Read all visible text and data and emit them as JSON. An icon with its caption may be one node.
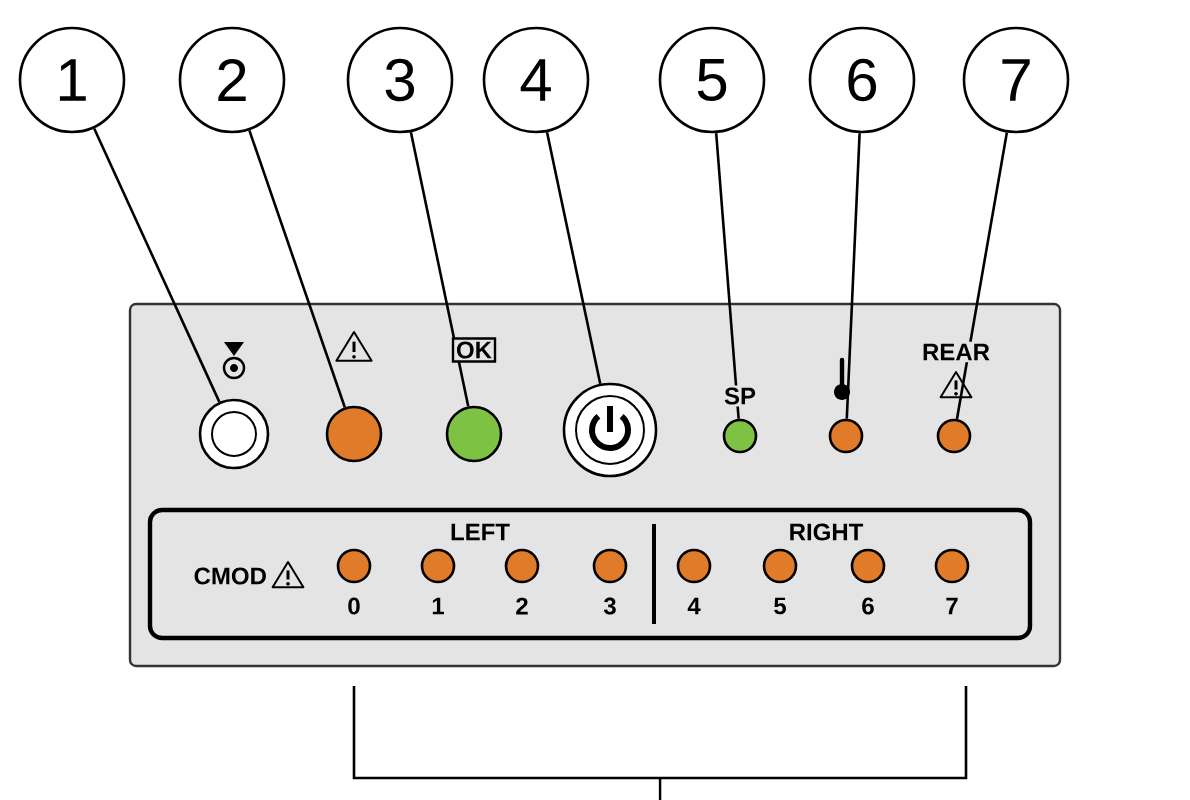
{
  "diagram": {
    "nodes": [
      {
        "text": [
          "1"
        ]
      },
      {
        "text": [
          "2"
        ]
      },
      {
        "text": [
          "3"
        ]
      },
      {
        "text": [
          "4"
        ]
      },
      {
        "text": [
          "5"
        ]
      },
      {
        "text": [
          "6"
        ]
      },
      {
        "text": [
          "7"
        ]
      },
      {
        "text": [],
        "shape": "circle"
      },
      {
        "text": [],
        "shape": "circle"
      },
      {
        "text": [],
        "shape": "circle"
      },
      {
        "text": [],
        "shape": "circle"
      },
      {
        "text": [],
        "shape": "circle"
      },
      {
        "text": [],
        "shape": "circle"
      },
      {
        "text": [],
        "shape": "circle"
      },
      {
        "text": [
          "CMOD",
          "LEFT",
          "RIGHT"
        ]
      },
      {
        "text": [],
        "shape": "circle",
        "in": 14,
        "beside": [
          "0"
        ]
      },
      {
        "text": [],
        "shape": "circle",
        "in": 14,
        "beside": [
          "1"
        ]
      },
      {
        "text": [],
        "shape": "circle",
        "in": 14,
        "beside": [
          "2"
        ]
      },
      {
        "text": [],
        "shape": "circle",
        "in": 14,
        "beside": [
          "3"
        ]
      },
      {
        "text": [],
        "shape": "circle",
        "in": 14,
        "beside": [
          "4"
        ]
      },
      {
        "text": [],
        "shape": "circle",
        "in": 14,
        "beside": [
          "5"
        ]
      },
      {
        "text": [],
        "shape": "circle",
        "in": 14,
        "beside": [
          "6"
        ]
      },
      {
        "text": [],
        "shape": "circle",
        "in": 14,
        "beside": [
          "7"
        ]
      }
    ],
    "edges": [
      {
        "from": 0,
        "to": 7,
        "arrow": "none"
      },
      {
        "from": 1,
        "to": 8,
        "arrow": "none"
      },
      {
        "from": 2,
        "to": 9,
        "arrow": "none"
      },
      {
        "from": 3,
        "to": 10,
        "arrow": "none"
      },
      {
        "from": 4,
        "to": 11,
        "arrow": "none"
      },
      {
        "from": 5,
        "to": 12,
        "arrow": "none"
      },
      {
        "from": 6,
        "to": 13,
        "arrow": "none"
      }
    ],
    "labels": [
      "OK",
      "SP",
      "REAR"
    ]
  }
}
